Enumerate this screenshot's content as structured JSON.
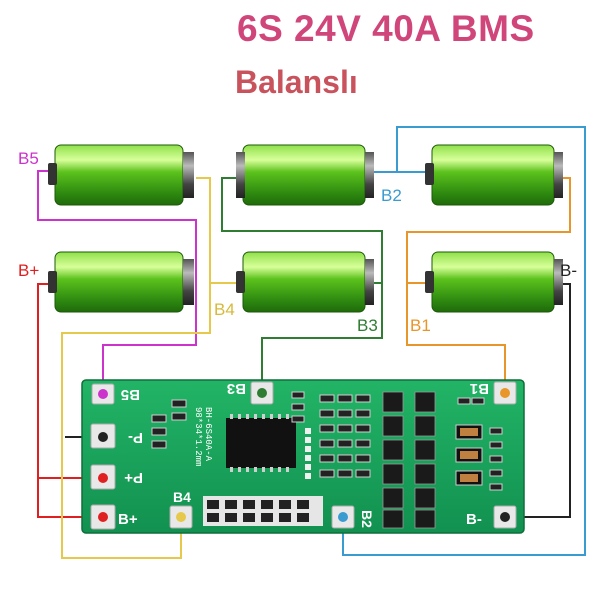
{
  "header": {
    "title": "6S 24V 40A BMS",
    "subtitle": "Balanslı"
  },
  "wire_labels": {
    "b5": "B5",
    "bplus": "B+",
    "b4": "B4",
    "b3": "B3",
    "b2": "B2",
    "b1": "B1",
    "bminus": "B-"
  },
  "pcb": {
    "pad_b5": "B5",
    "pad_b3": "B3",
    "pad_b1": "B1",
    "pad_pminus": "P-",
    "pad_pplus": "P+",
    "pad_bplus": "B+",
    "pad_b4": "B4",
    "pad_b2": "B2",
    "pad_bminus": "B-",
    "model": "BH-6S40A-A",
    "size": "98*34*1.2mm"
  },
  "colors": {
    "title": "#d0467a",
    "subtitle": "#c8535c",
    "wire_b5": "#cc33cc",
    "wire_bplus": "#e02020",
    "wire_b4": "#e6c84a",
    "wire_b3": "#2e7d32",
    "wire_b2": "#3a9bd0",
    "wire_b1": "#e8962a",
    "wire_bminus": "#222222",
    "pcb": "#1aa35a"
  }
}
